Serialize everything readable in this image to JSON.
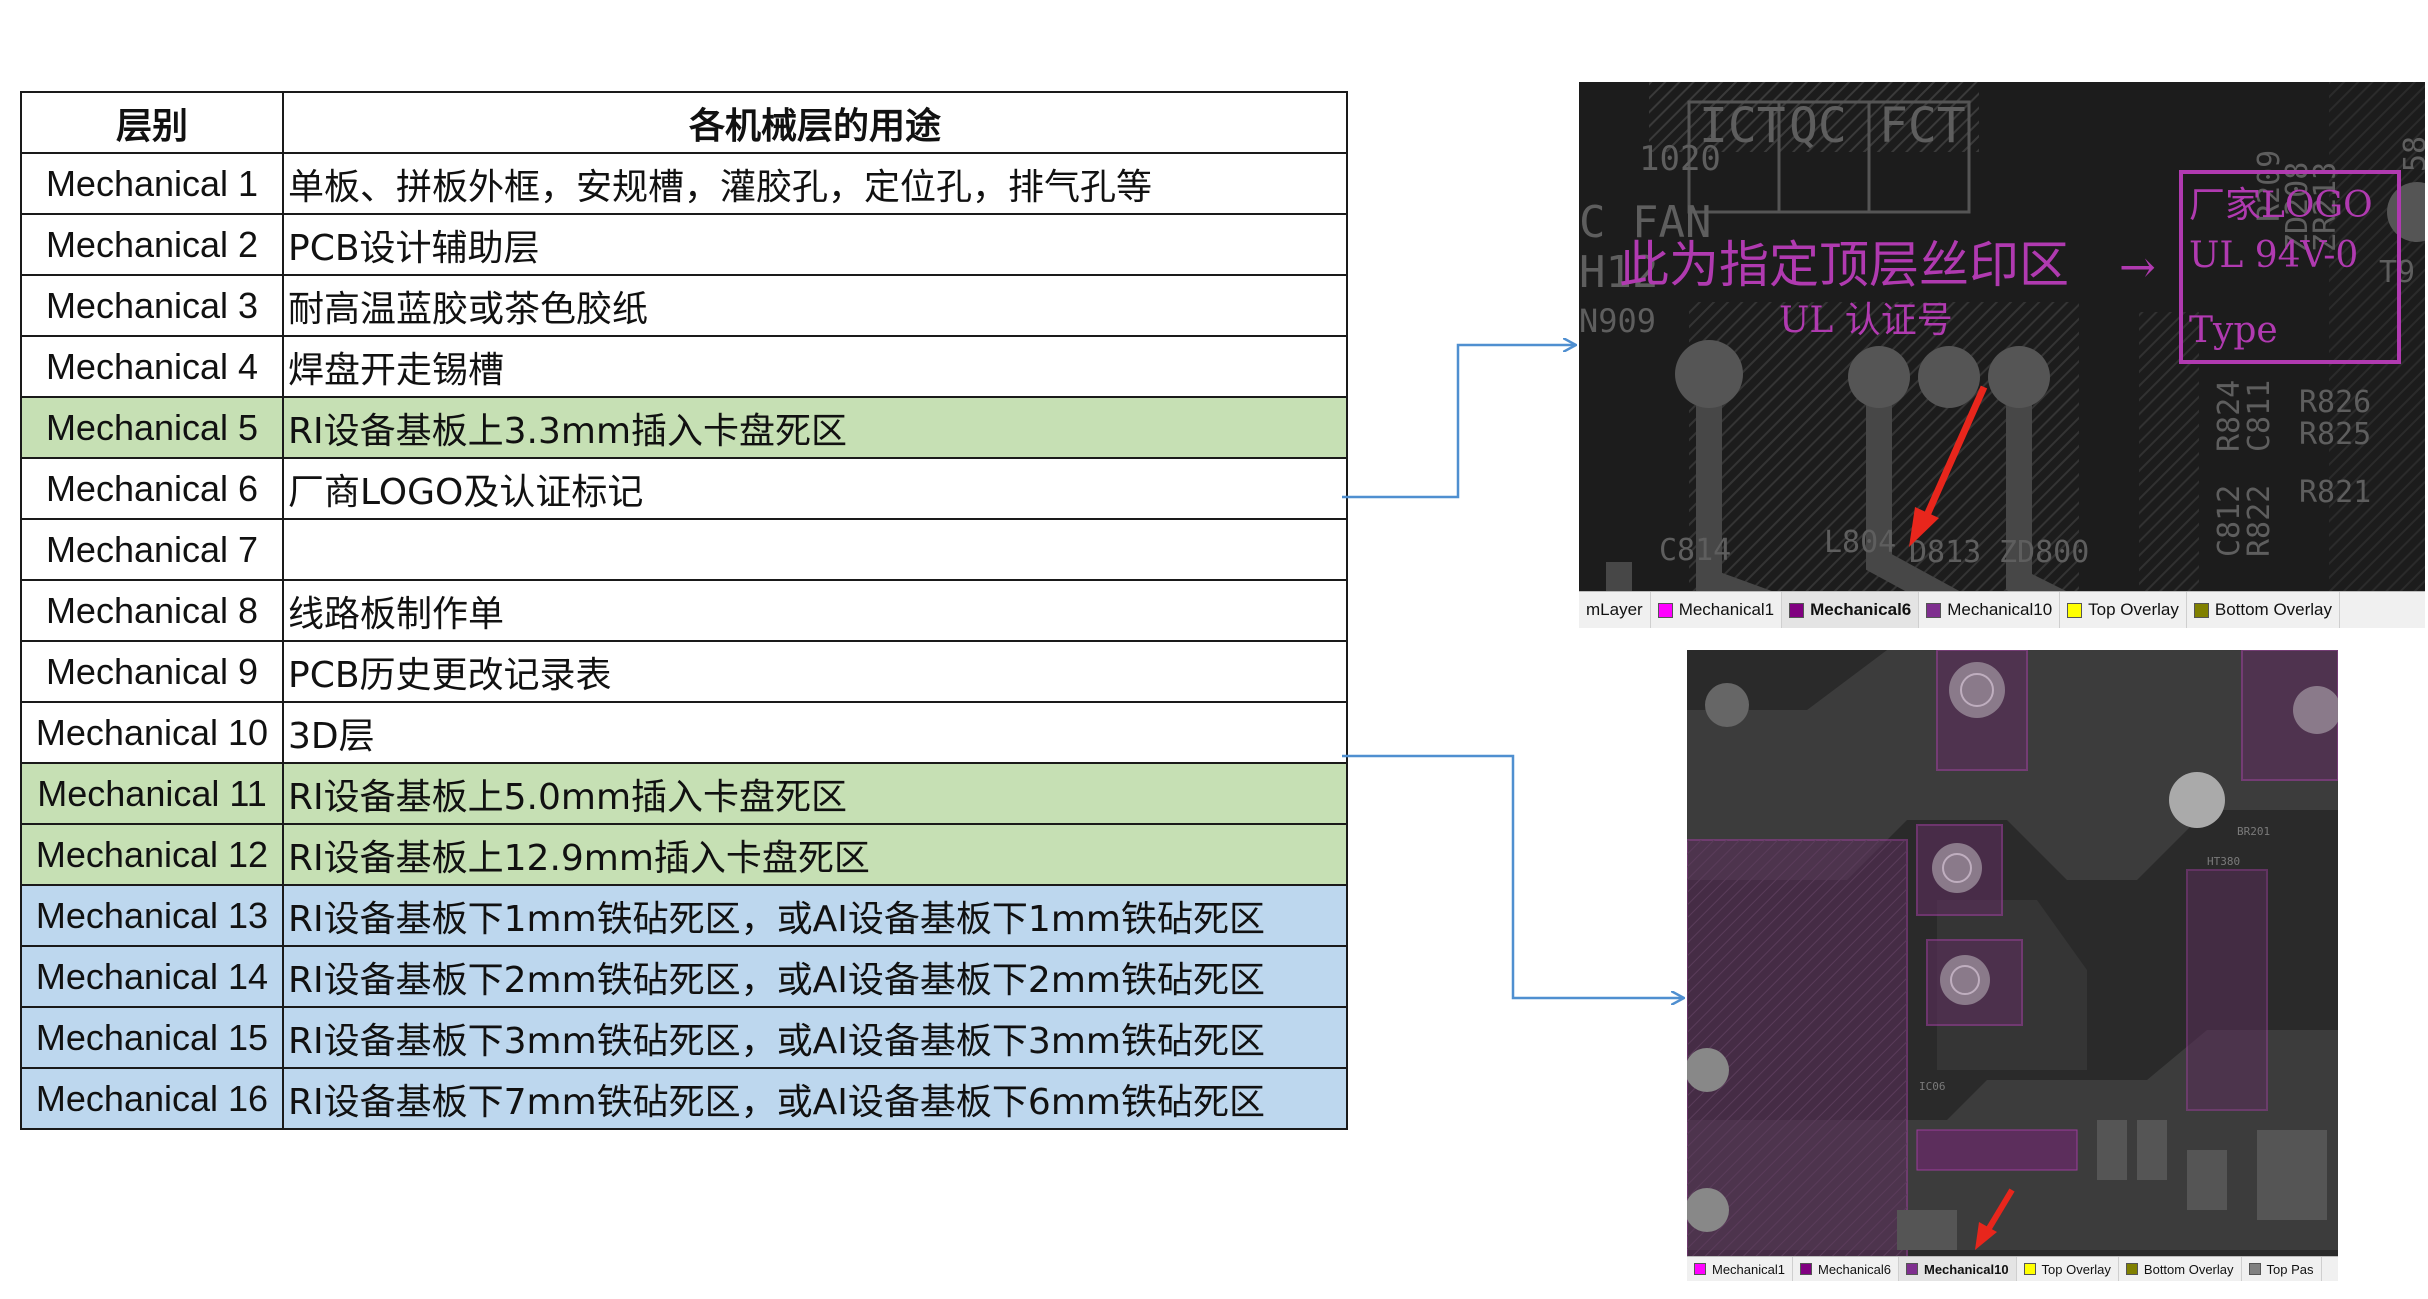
{
  "table": {
    "header": {
      "col1": "层别",
      "col2": "各机械层的用途"
    },
    "rows": [
      {
        "layer": "Mechanical 1",
        "purpose": "单板、拼板外框，安规槽，灌胶孔，定位孔，排气孔等",
        "highlight": "none"
      },
      {
        "layer": "Mechanical 2",
        "purpose": "PCB设计辅助层",
        "highlight": "none"
      },
      {
        "layer": "Mechanical 3",
        "purpose": "耐高温蓝胶或茶色胶纸",
        "highlight": "none"
      },
      {
        "layer": "Mechanical 4",
        "purpose": "焊盘开走锡槽",
        "highlight": "none"
      },
      {
        "layer": "Mechanical 5",
        "purpose": "RI设备基板上3.3mm插入卡盘死区",
        "highlight": "green"
      },
      {
        "layer": "Mechanical 6",
        "purpose": "厂商LOGO及认证标记",
        "highlight": "none"
      },
      {
        "layer": "Mechanical 7",
        "purpose": "",
        "highlight": "none"
      },
      {
        "layer": "Mechanical 8",
        "purpose": "线路板制作单",
        "highlight": "none"
      },
      {
        "layer": "Mechanical 9",
        "purpose": "PCB历史更改记录表",
        "highlight": "none"
      },
      {
        "layer": "Mechanical 10",
        "purpose": "3D层",
        "highlight": "none"
      },
      {
        "layer": "Mechanical 11",
        "purpose": "RI设备基板上5.0mm插入卡盘死区",
        "highlight": "green"
      },
      {
        "layer": "Mechanical 12",
        "purpose": "RI设备基板上12.9mm插入卡盘死区",
        "highlight": "green"
      },
      {
        "layer": "Mechanical 13",
        "purpose": "RI设备基板下1mm铁砧死区，或AI设备基板下1mm铁砧死区",
        "highlight": "blue"
      },
      {
        "layer": "Mechanical 14",
        "purpose": "RI设备基板下2mm铁砧死区，或AI设备基板下2mm铁砧死区",
        "highlight": "blue"
      },
      {
        "layer": "Mechanical 15",
        "purpose": "RI设备基板下3mm铁砧死区，或AI设备基板下3mm铁砧死区",
        "highlight": "blue"
      },
      {
        "layer": "Mechanical 16",
        "purpose": "RI设备基板下7mm铁砧死区，或AI设备基板下6mm铁砧死区",
        "highlight": "blue"
      }
    ]
  },
  "colors": {
    "green_row": "#c6e0b4",
    "blue_row": "#bdd7ee",
    "connector": "#4f8fd0",
    "mechanical_overlay": "#b03ab0",
    "red_arrow": "#e8261c"
  },
  "pcb_top": {
    "silk_labels": [
      "ICT",
      "QC",
      "FCT",
      "1020",
      "C FAN",
      "H12",
      "N909",
      "C814",
      "L804",
      "D813",
      "ZD800",
      "R824",
      "C811",
      "R826",
      "R825",
      "C812",
      "R822",
      "R821",
      "R209",
      "ZD208",
      "ZR213",
      "T9",
      "58"
    ],
    "annotation": "此为指定顶层丝印区",
    "annotation_arrow": "→",
    "ul_label": "UL 认证号",
    "logo_lines": [
      "厂家LOGO",
      "UL 94V-0",
      "Type"
    ],
    "layer_tabs": [
      {
        "label": "mLayer",
        "color": "",
        "active": false
      },
      {
        "label": "Mechanical1",
        "color": "#ff00ff",
        "active": false
      },
      {
        "label": "Mechanical6",
        "color": "#800080",
        "active": true
      },
      {
        "label": "Mechanical10",
        "color": "#7f2f8f",
        "active": false
      },
      {
        "label": "Top Overlay",
        "color": "#ffff00",
        "active": false
      },
      {
        "label": "Bottom Overlay",
        "color": "#808000",
        "active": false
      }
    ]
  },
  "pcb_bottom": {
    "silk_labels": [
      "BR201",
      "HT380",
      "IC06"
    ],
    "layer_tabs": [
      {
        "label": "Mechanical1",
        "color": "#ff00ff",
        "active": false
      },
      {
        "label": "Mechanical6",
        "color": "#800080",
        "active": false
      },
      {
        "label": "Mechanical10",
        "color": "#7f2f8f",
        "active": true
      },
      {
        "label": "Top Overlay",
        "color": "#ffff00",
        "active": false
      },
      {
        "label": "Bottom Overlay",
        "color": "#808000",
        "active": false
      },
      {
        "label": "Top Pas",
        "color": "#808080",
        "active": false
      }
    ]
  }
}
